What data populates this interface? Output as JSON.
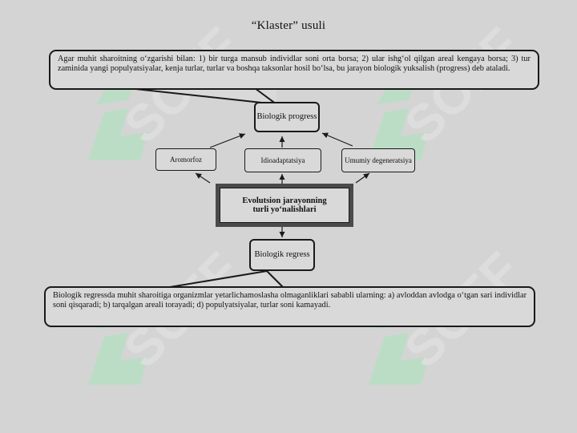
{
  "title": "“Klaster” usuli",
  "watermark_text": "SOFF",
  "callout_top": "Agar muhit sharoitning o‘zgarishi bilan: 1) bir turga mansub individlar soni orta borsa; 2) ular ishg‘ol qilgan areal kengaya borsa; 3) tur zaminida yangi populyatsiyalar, kenja turlar, turlar va boshqa taksonlar hosil bo‘lsa, bu jarayon biologik yuksalish (progress) deb ataladi.",
  "callout_bottom": "Biologik regressda muhit sharoitiga organizmlar yetarlichamoslasha olmaganliklari sababli ularning: a) avloddan avlodga o‘tgan sari individlar soni qisqaradi; b) tarqalgan areali torayadi; d) populyatsiyalar, turlar soni kamayadi.",
  "nodes": {
    "progress": "Biologik progress",
    "aromorfoz": "Aromorfoz",
    "idioadaptatsiya": "Idioadaptatsiya",
    "degeneratsiya": "Umumiy degeneratsiya",
    "center": "Evolutsion jarayonning turli yo‘nalishlari",
    "regress": "Biologik regress"
  },
  "colors": {
    "background": "#d4d4d4",
    "watermark": "#a9e6b9",
    "border": "#1a1a1a"
  }
}
